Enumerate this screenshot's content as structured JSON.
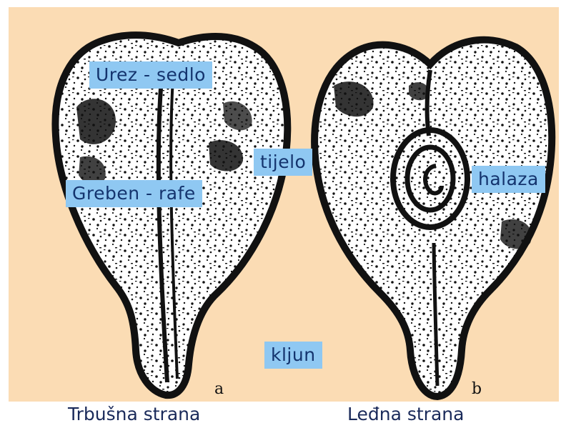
{
  "figure": {
    "labels": {
      "urez_sedlo": "Urez - sedlo",
      "greben_rafe": "Greben - rafe",
      "tijelo": "tijelo",
      "halaza": "halaza",
      "kljun": "kljun"
    },
    "panel_letters": {
      "a": "a",
      "b": "b"
    },
    "captions": {
      "ventral": "Trbušna strana",
      "dorsal": "Leđna strana"
    },
    "colors": {
      "background": "#fbdcb4",
      "label_fill": "#8fc8f2",
      "label_text": "#14346e",
      "ink": "#111111"
    }
  }
}
